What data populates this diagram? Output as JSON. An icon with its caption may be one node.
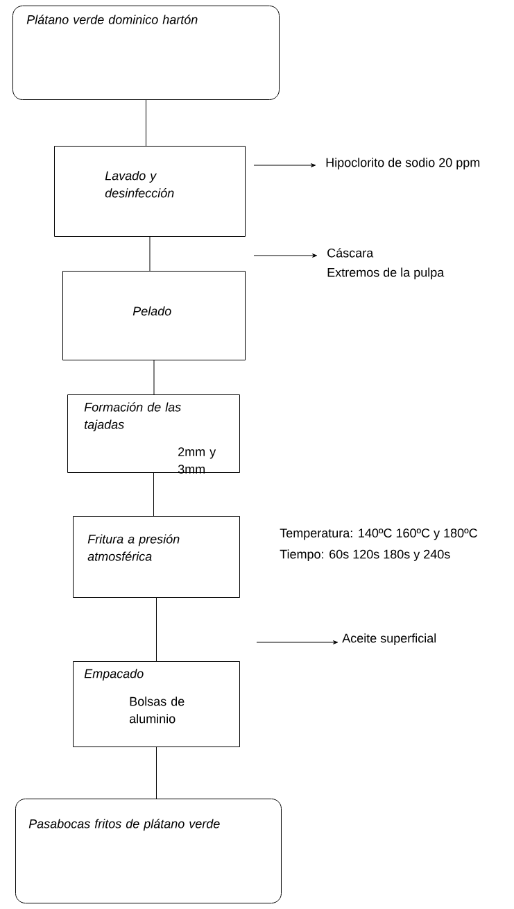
{
  "diagram": {
    "nodes": [
      {
        "text": [
          "Plátano verde dominico hartón"
        ]
      },
      {
        "text": [
          "Lavado y desinfección"
        ]
      },
      {
        "text": [
          "Hipoclorito de sodio 20 ppm"
        ]
      },
      {
        "text": [
          "Pelado"
        ]
      },
      {
        "text": [
          "Cáscara",
          "Extremos de la pulpa"
        ]
      },
      {
        "text": [
          "Formación de las tajadas",
          "2mm y 3mm"
        ]
      },
      {
        "text": [
          "Fritura a presión atmosférica"
        ],
        "beside": [
          "Temperatura: 140ºC  160ºC y 180ºC",
          "Tiempo: 60s 120s 180s y 240s"
        ]
      },
      {
        "text": [
          "Aceite superficial"
        ]
      },
      {
        "text": [
          "Empacado",
          "Bolsas de aluminio"
        ]
      },
      {
        "text": [
          "Pasabocas  fritos de plátano verde"
        ]
      }
    ],
    "edges": [
      {
        "from": 0,
        "to": 1,
        "arrow": "none"
      },
      {
        "from": 1,
        "to": 2,
        "arrow": "to"
      },
      {
        "from": 1,
        "to": 3,
        "arrow": "none"
      },
      {
        "from": 3,
        "to": 4,
        "arrow": "to"
      },
      {
        "from": 3,
        "to": 5,
        "arrow": "none"
      },
      {
        "from": 5,
        "to": 6,
        "arrow": "none"
      },
      {
        "from": 6,
        "to": 8,
        "arrow": "none"
      },
      {
        "from": null,
        "to": 7,
        "arrow": "to"
      },
      {
        "from": 8,
        "to": 9,
        "arrow": "none"
      }
    ]
  }
}
